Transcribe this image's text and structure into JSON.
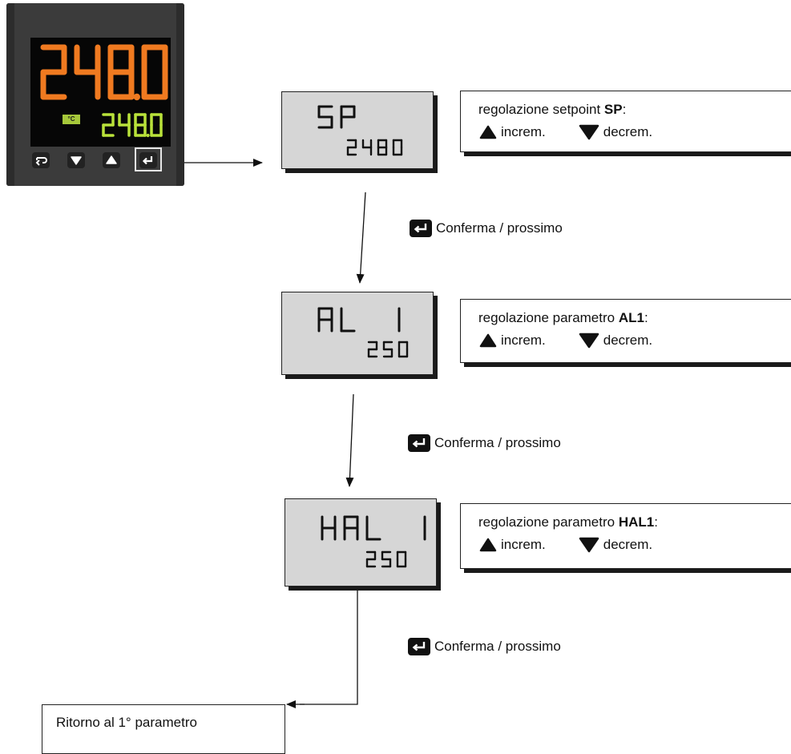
{
  "device": {
    "main_value": "248.0",
    "sub_value": "248.0",
    "unit": "°C",
    "buttons": [
      "cycle-icon",
      "arrow-down-icon",
      "arrow-up-icon",
      "enter-icon"
    ],
    "main_color": "#f07a20",
    "sub_color": "#b9e23a"
  },
  "steps": [
    {
      "display_param": "SP",
      "display_value": "2480",
      "desc_prefix": "regolazione setpoint ",
      "desc_param": "SP",
      "desc_suffix": ":",
      "incr_label": "increm.",
      "decr_label": "decrem."
    },
    {
      "display_param": "AL 1",
      "display_value": "250",
      "desc_prefix": "regolazione parametro ",
      "desc_param": "AL1",
      "desc_suffix": ":",
      "incr_label": "increm.",
      "decr_label": "decrem."
    },
    {
      "display_param": "HAL 1",
      "display_value": "250",
      "desc_prefix": "regolazione parametro ",
      "desc_param": "HAL1",
      "desc_suffix": ":",
      "incr_label": "increm.",
      "decr_label": "decrem."
    }
  ],
  "confirm_label": "Conferma / prossimo",
  "return_label": "Ritorno al 1° parametro"
}
